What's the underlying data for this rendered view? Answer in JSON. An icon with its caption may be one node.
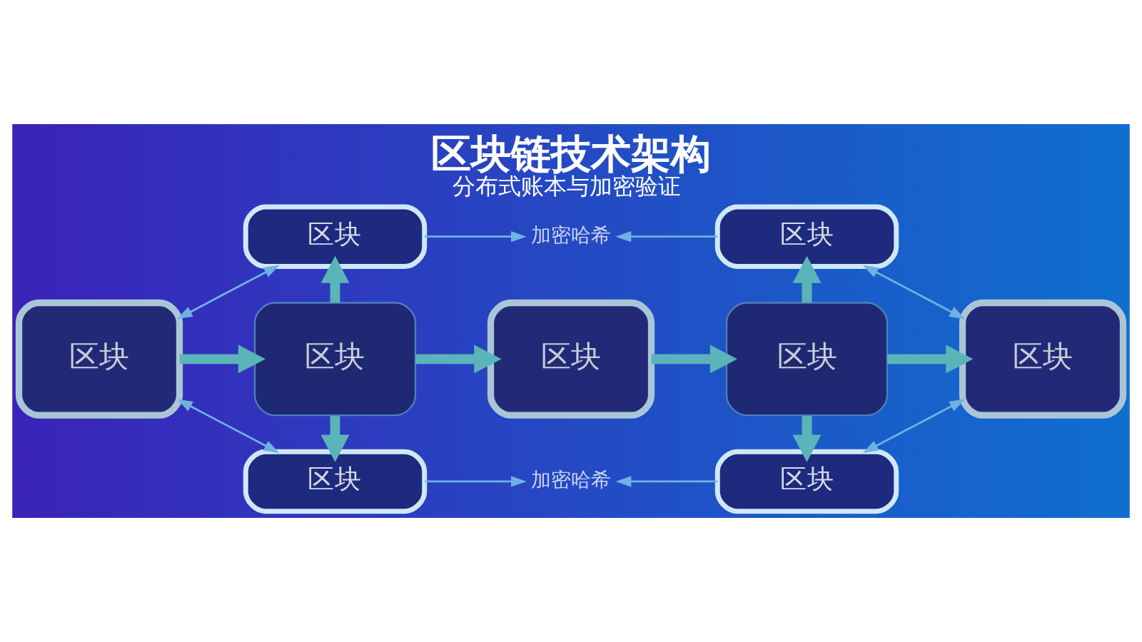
{
  "diagram": {
    "title": "区块链技术架构",
    "caption": "分布式账本与加密验证",
    "nodes": [
      {
        "text": [
          "区块"
        ]
      },
      {
        "text": [
          "加密哈希"
        ]
      },
      {
        "text": [
          "区块"
        ]
      },
      {
        "text": [
          "区块"
        ]
      },
      {
        "text": [
          "区块"
        ]
      },
      {
        "text": [
          "区块"
        ]
      },
      {
        "text": [
          "区块"
        ]
      },
      {
        "text": [
          "区块"
        ]
      },
      {
        "text": [
          "区块"
        ]
      },
      {
        "text": [
          "加密哈希"
        ]
      },
      {
        "text": [
          "区块"
        ]
      }
    ],
    "edges": [
      {
        "from": 3,
        "to": 0,
        "arrow": "both"
      },
      {
        "from": 3,
        "to": 4,
        "arrow": "to",
        "style": "thick",
        "color": "#5ab4b8"
      },
      {
        "from": 3,
        "to": 8,
        "arrow": "both"
      },
      {
        "from": 0,
        "to": 1,
        "arrow": "to"
      },
      {
        "from": 4,
        "to": 5,
        "arrow": "to",
        "style": "thick",
        "color": "#5ab4b8"
      },
      {
        "from": 8,
        "to": 9,
        "arrow": "to"
      },
      {
        "from": 2,
        "to": 1,
        "arrow": "to"
      },
      {
        "from": 5,
        "to": 6,
        "arrow": "to",
        "style": "thick",
        "color": "#5ab4b8"
      },
      {
        "from": 10,
        "to": 9,
        "arrow": "to"
      },
      {
        "from": 7,
        "to": 2,
        "arrow": "both"
      },
      {
        "from": 6,
        "to": 7,
        "arrow": "to",
        "style": "thick",
        "color": "#5ab4b8"
      },
      {
        "from": 7,
        "to": 10,
        "arrow": "both"
      },
      {
        "from": 4,
        "to": 0,
        "arrow": "to",
        "style": "thick",
        "color": "#5ab4b8"
      },
      {
        "from": 4,
        "to": 8,
        "arrow": "to",
        "style": "thick",
        "color": "#5ab4b8"
      },
      {
        "from": 6,
        "to": 2,
        "arrow": "to",
        "style": "thick",
        "color": "#5ab4b8"
      },
      {
        "from": 6,
        "to": 10,
        "arrow": "to",
        "style": "thick",
        "color": "#5ab4b8"
      }
    ]
  }
}
